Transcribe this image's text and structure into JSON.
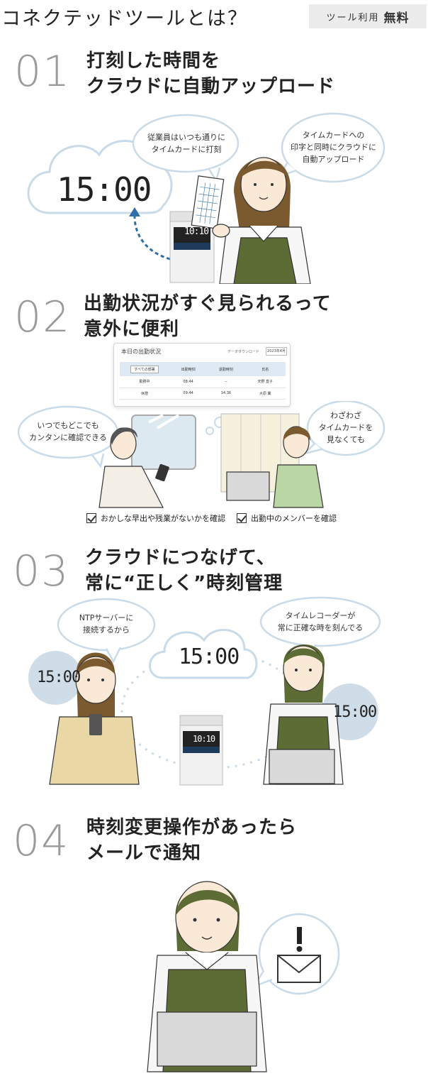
{
  "header": {
    "title": "コネクテッドツールとは？",
    "badge_label": "ツール利用",
    "badge_free": "無料"
  },
  "sections": [
    {
      "number": "01",
      "title_line1": "打刻した時間を",
      "title_line2": "クラウドに自動アップロード",
      "cloud_time": "15:00",
      "recorder_display": "10:10",
      "bubble1_line1": "従業員はいつも通りに",
      "bubble1_line2": "タイムカードに打刻",
      "bubble2_line1": "タイムカードへの",
      "bubble2_line2": "印字と同時にクラウドに",
      "bubble2_line3": "自動アップロード"
    },
    {
      "number": "02",
      "title_line1": "出勤状況がすぐ見られるって",
      "title_line2": "意外に便利",
      "dashboard_title": "本日の出勤状況",
      "dashboard_download": "データダウンロード",
      "dashboard_date": "2023年4月",
      "dashboard_select": "すべての部署",
      "dashboard_headers": [
        "出勤時刻",
        "退勤時刻",
        "氏名"
      ],
      "dashboard_rows": [
        {
          "status": "勤務中",
          "in": "08:44",
          "out": "--",
          "name": "天野 直子"
        },
        {
          "status": "休憩",
          "in": "09:44",
          "out": "14:36",
          "name": "大原 翼"
        }
      ],
      "bubble1_line1": "いつでもどこでも",
      "bubble1_line2": "カンタンに確認できる",
      "bubble2_line1": "わざわざ",
      "bubble2_line2": "タイムカードを",
      "bubble2_line3": "見なくても",
      "check1": "おかしな早出や残業がないかを確認",
      "check2": "出勤中のメンバーを確認"
    },
    {
      "number": "03",
      "title_line1": "クラウドにつなげて、",
      "title_line2": "常に“正しく”時刻管理",
      "bubble1_line1": "NTPサーバーに",
      "bubble1_line2": "接続するから",
      "bubble2_line1": "タイムレコーダーが",
      "bubble2_line2": "常に正確な時を刻んでる",
      "left_time": "15:00",
      "cloud_time": "15:00",
      "right_time": "15:00",
      "recorder_display": "10:10"
    },
    {
      "number": "04",
      "title_line1": "時刻変更操作があったら",
      "title_line2": "メールで通知"
    }
  ],
  "colors": {
    "accent_blue": "#2f6fa8",
    "olive_apron": "#5d6b35",
    "hair_brown": "#7a5a2e",
    "skin": "#fbe9d7",
    "light_blue_circle": "#cfdde9"
  }
}
